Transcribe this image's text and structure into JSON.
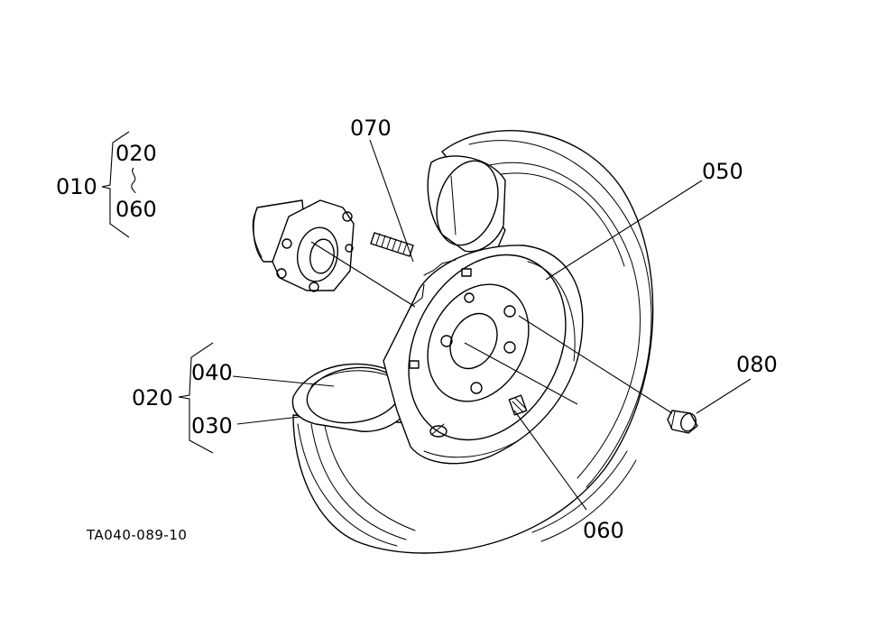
{
  "diagram": {
    "drawing_code": "TA040-089-10",
    "parts": {
      "p010": "010",
      "p020_group": "020",
      "p020_range_start": "020",
      "p060_range_end": "060",
      "p040": "040",
      "p030": "030",
      "p050": "050",
      "p060": "060",
      "p070": "070",
      "p080": "080"
    }
  }
}
